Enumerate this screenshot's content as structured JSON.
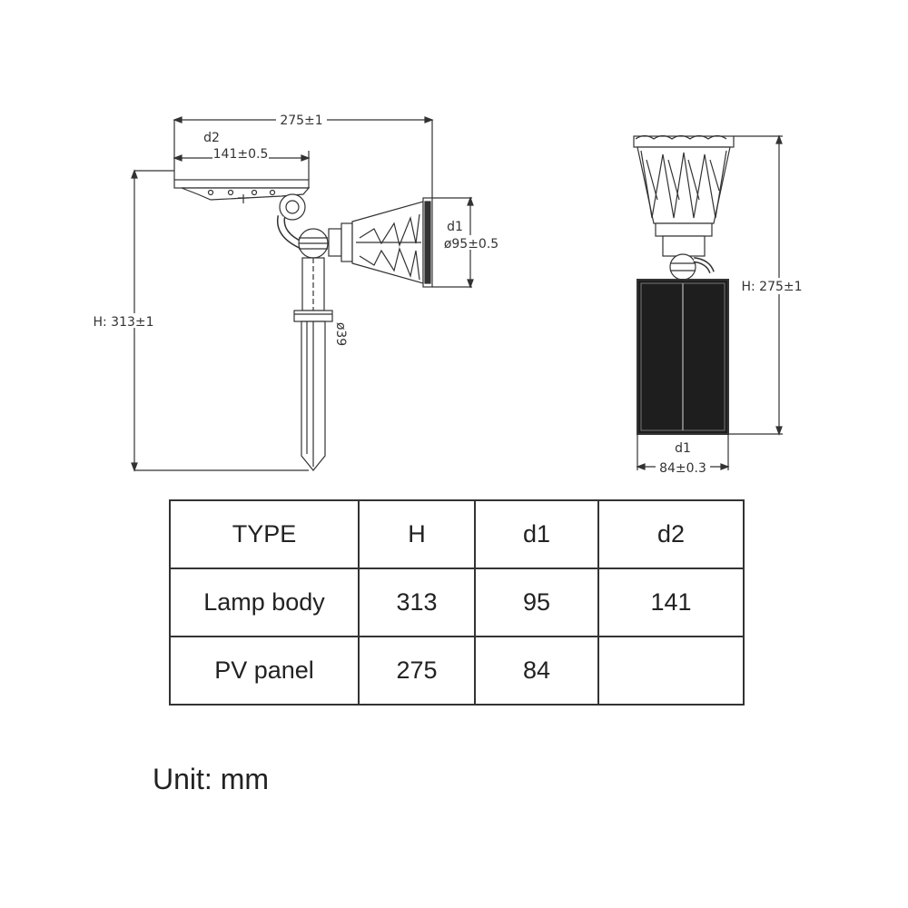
{
  "side_view": {
    "width_label": "275±1",
    "d2_label": "d2",
    "d2_value": "141±0.5",
    "d1_label": "d1",
    "d1_value": "ø95±0.5",
    "height_label": "H: 313±1",
    "stake_label": "ø39"
  },
  "front_view": {
    "height_label": "H: 275±1",
    "d1_label": "d1",
    "d1_value": "84±0.3"
  },
  "table": {
    "headers": [
      "TYPE",
      "H",
      "d1",
      "d2"
    ],
    "rows": [
      [
        "Lamp body",
        "313",
        "95",
        "141"
      ],
      [
        "PV panel",
        "275",
        "84",
        ""
      ]
    ]
  },
  "unit_text": "Unit: mm",
  "colors": {
    "line": "#333333",
    "panel": "#1e1e1e",
    "grid": "#9a9a9a"
  }
}
